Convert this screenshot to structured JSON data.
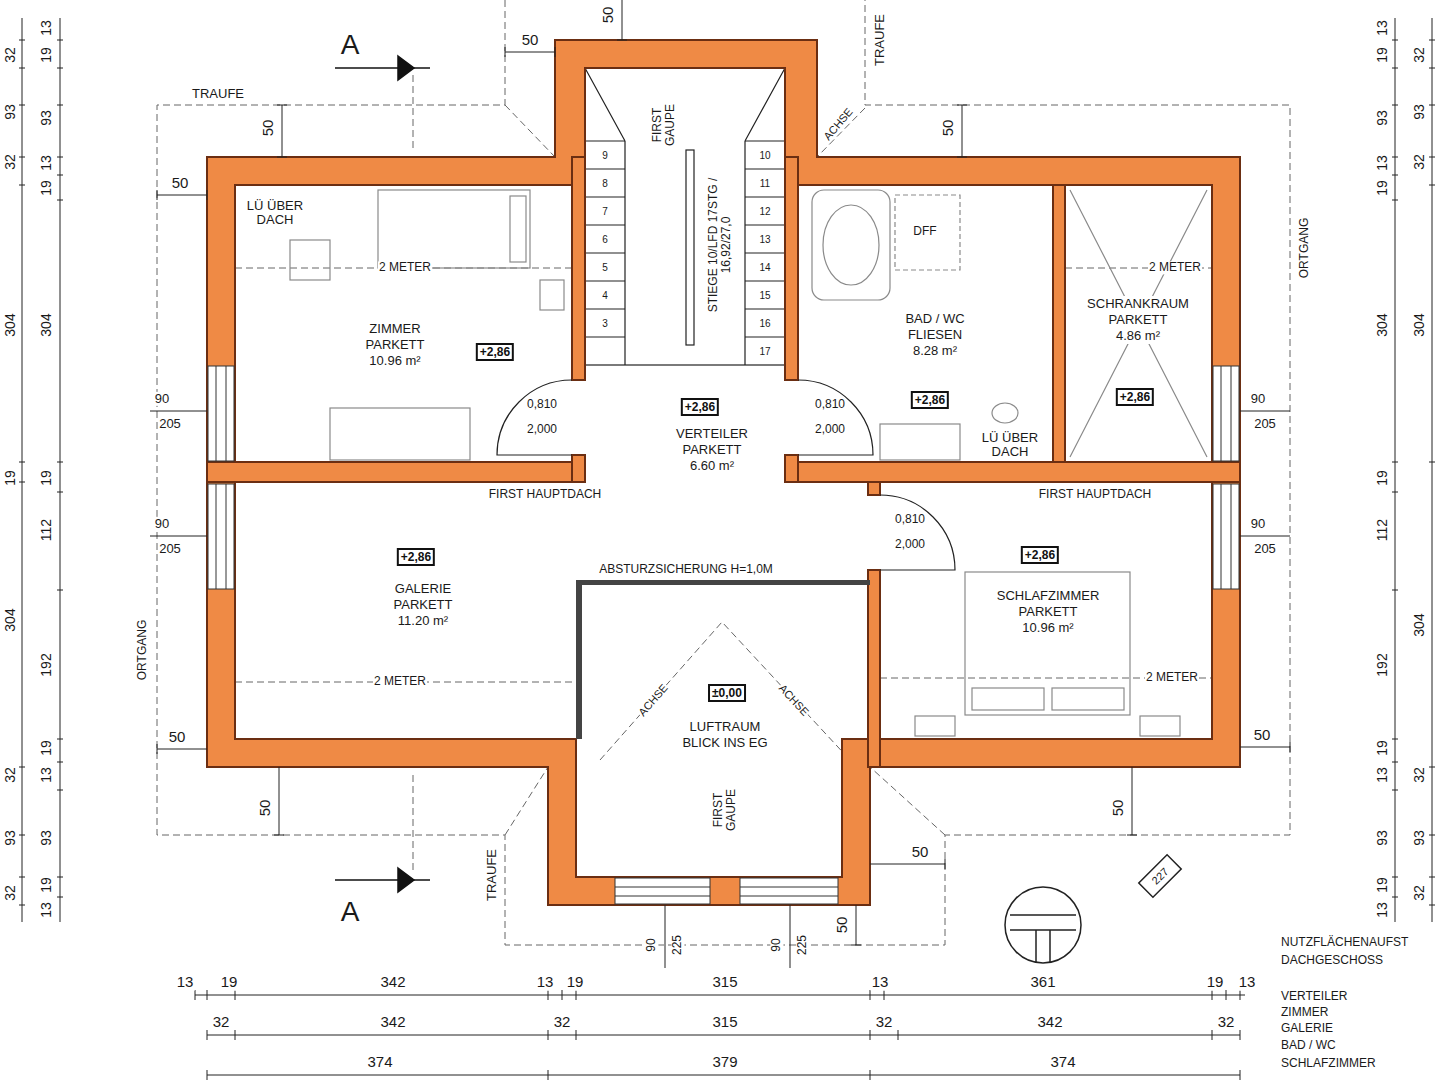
{
  "diagram": {
    "nodes": [
      {
        "text": [
          "ZIMMER",
          "PARKETT",
          "10.96 m²"
        ]
      },
      {
        "text": [
          "VERTEILER",
          "PARKETT",
          "6.60 m²"
        ]
      },
      {
        "text": [
          "BAD / WC",
          "FLIESEN",
          "8.28 m²"
        ]
      },
      {
        "text": [
          "SCHRANKRAUM",
          "PARKETT",
          "4.86 m²"
        ]
      },
      {
        "text": [
          "GALERIE",
          "PARKETT",
          "11.20 m²"
        ]
      },
      {
        "text": [
          "SCHLAFZIMMER",
          "PARKETT",
          "10.96 m²"
        ]
      },
      {
        "text": [
          "LUFTRAUM",
          "BLICK INS EG"
        ]
      },
      {
        "text": [
          "+2,86"
        ],
        "in": 0
      },
      {
        "text": [
          "+2,86"
        ],
        "in": 1
      },
      {
        "text": [
          "+2,86"
        ],
        "in": 2
      },
      {
        "text": [
          "+2,86"
        ],
        "in": 3
      },
      {
        "text": [
          "+2,86"
        ],
        "in": 4
      },
      {
        "text": [
          "+2,86"
        ],
        "in": 5
      },
      {
        "text": [
          "±0,00"
        ],
        "in": 6
      }
    ],
    "labels": [
      "A",
      "A",
      "50",
      "50",
      "TRAUFE",
      "TRAUFE",
      "50",
      "ACHSE",
      "50",
      "50",
      "LÜ ÜBER DACH",
      "2 METER",
      "FIRST GAUPE",
      "STIEGE 10/LFD 17STG / 16,92/27,0",
      "9",
      "8",
      "7",
      "6",
      "5",
      "4",
      "3",
      "10",
      "11",
      "12",
      "13",
      "14",
      "15",
      "16",
      "17",
      "2 METER",
      "ORTGANG",
      "0,810",
      "2,000",
      "0,810",
      "2,000",
      "DFF",
      "LÜ ÜBER DACH",
      "90",
      "205",
      "90",
      "205",
      "90",
      "205",
      "90",
      "205",
      "FIRST HAUPTDACH",
      "FIRST HAUPTDACH",
      "0,810",
      "2,000",
      "ABSTURZSICHERUNG H=1,0M",
      "ORTGANG",
      "2 METER",
      "2 METER",
      "50",
      "50",
      "ACHSE",
      "ACHSE",
      "FIRST GAUPE",
      "50",
      "50",
      "50",
      "227",
      "TRAUFE",
      "50",
      "90",
      "225",
      "90",
      "225",
      "13",
      "19",
      "342",
      "13",
      "19",
      "315",
      "13",
      "361",
      "19",
      "13",
      "32",
      "342",
      "32",
      "315",
      "32",
      "342",
      "32",
      "374",
      "379",
      "374",
      "NUTZFLÄCHENAUFST",
      "DACHGESCHOSS",
      "VERTEILER",
      "ZIMMER",
      "GALERIE",
      "BAD / WC",
      "SCHLAFZIMMER",
      "32",
      "93",
      "32",
      "304",
      "19",
      "304",
      "32",
      "93",
      "32",
      "13",
      "19",
      "93",
      "13",
      "19",
      "304",
      "19",
      "112",
      "192",
      "19",
      "13",
      "93",
      "19",
      "13",
      "13",
      "19",
      "93",
      "13",
      "19",
      "304",
      "19",
      "112",
      "192",
      "19",
      "13",
      "93",
      "19",
      "13",
      "32",
      "93",
      "32",
      "304",
      "304",
      "32",
      "93",
      "32"
    ]
  }
}
